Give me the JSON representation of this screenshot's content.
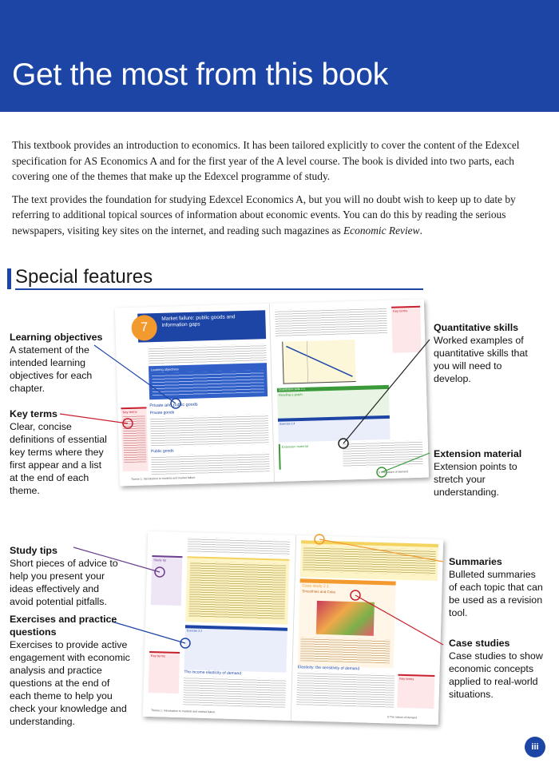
{
  "page": {
    "title": "Get the most from this book",
    "page_number": "iii"
  },
  "intro": {
    "paragraph1": "This textbook provides an introduction to economics. It has been tailored explicitly to cover the content of the Edexcel specification for AS Economics A and for the first year of the A level course. The book is divided into two parts, each covering one of the themes that make up the Edexcel programme of study.",
    "paragraph2_start": "The text provides the foundation for studying Edexcel Economics A, but you will no doubt wish to keep up to date by referring to additional topical sources of information about economic events. You can do this by reading the serious newspapers, visiting key sites on the internet, and reading such magazines as ",
    "paragraph2_magazine": "Economic Review",
    "paragraph2_end": "."
  },
  "section": {
    "title": "Special features"
  },
  "features": {
    "learning_objectives": {
      "title": "Learning objectives",
      "desc": "A statement of the intended learning objectives for each chapter."
    },
    "key_terms": {
      "title": "Key terms",
      "desc": "Clear, concise definitions of essential key terms where they first appear and a list at the end of each theme."
    },
    "quantitative_skills": {
      "title": "Quantitative skills",
      "desc": "Worked examples of quantitative skills that you will need to develop."
    },
    "extension_material": {
      "title": "Extension material",
      "desc": "Extension points to stretch your understanding."
    },
    "study_tips": {
      "title": "Study tips",
      "desc": "Short pieces of advice to help you present your ideas effectively and avoid potential pitfalls."
    },
    "exercises": {
      "title": "Exercises and practice questions",
      "desc": "Exercises to provide active engagement with economic analysis and practice questions at the end of each theme to help you check your knowledge and understanding."
    },
    "summaries": {
      "title": "Summaries",
      "desc": "Bulleted summaries of each topic that can be used as a revision tool."
    },
    "case_studies": {
      "title": "Case studies",
      "desc": "Case studies to show economic concepts applied to real-world situations."
    }
  },
  "spread1": {
    "chapter_number": "7",
    "chapter_title": "Market failure: public goods and information gaps",
    "objectives_heading": "Learning objectives",
    "subheading": "Private and public goods",
    "subheading2": "Private goods",
    "subheading3": "Public goods",
    "quant_heading": "Quantitative skills 2.1",
    "quant_sub": "Reading a graph",
    "exercise_heading": "Exercise 2.4",
    "extension_heading": "Extension material",
    "key_term_label": "Key terms",
    "footer_left": "Theme 1: Introduction to markets and market failure",
    "footer_right": "5 The nature of demand"
  },
  "spread2": {
    "study_tip_label": "Study tip",
    "exercise_heading": "Exercise 2.2",
    "subheading": "The income elasticity of demand",
    "subheading2": "Elasticity: the sensitivity of demand",
    "case_heading": "Case study 2.1",
    "case_sub": "Smoothies and Coke",
    "key_term_label": "Key terms",
    "footer_left": "Theme 1: Introduction to markets and market failure",
    "footer_right": "5 The nature of demand"
  },
  "colors": {
    "brand_blue": "#1d45a6",
    "chapter_orange": "#f29a2e",
    "keyterm_red": "#c8202f",
    "quant_green": "#3a9a3a",
    "summary_yellow": "#f4d35e",
    "study_purple": "#6b3f8f"
  }
}
